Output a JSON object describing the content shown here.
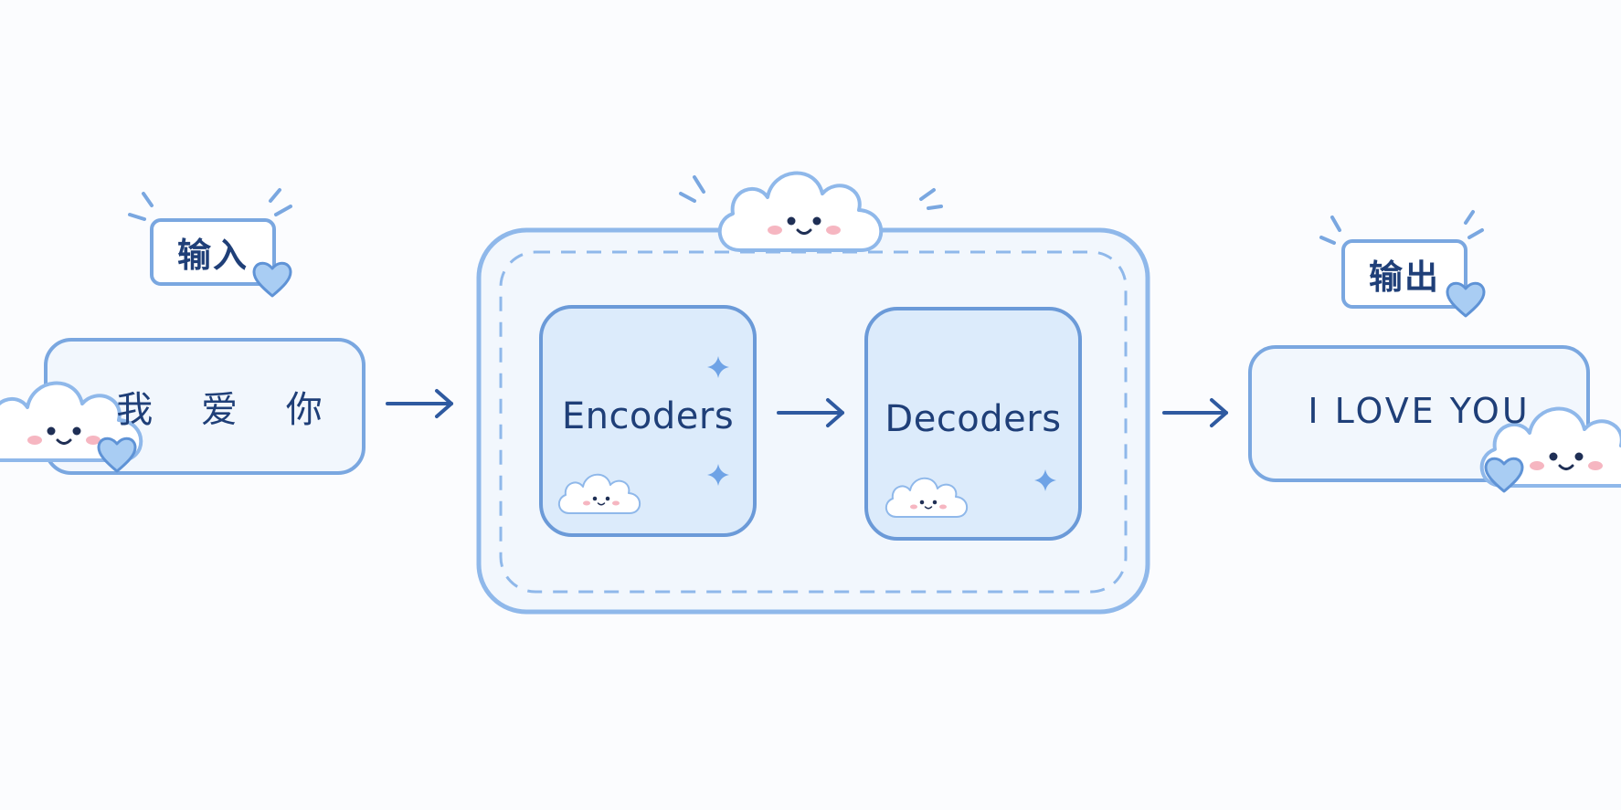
{
  "input": {
    "tag": "输入",
    "text": "我 爱 你"
  },
  "output": {
    "tag": "输出",
    "text": "I LOVE YOU"
  },
  "model": {
    "encoder": "Encoders",
    "decoder": "Decoders"
  },
  "colors": {
    "box_stroke": "#7aa7e0",
    "inner_fill": "#dcebfb",
    "outer_fill": "#f2f7fd",
    "arrow": "#2f5aa0",
    "text": "#1f3f78",
    "heart": "#a9cdf3",
    "blush": "#f6b6c1"
  },
  "icons": [
    "cloud-mascot-icon",
    "heart-icon",
    "sparkle-icon",
    "arrow-right-icon"
  ]
}
